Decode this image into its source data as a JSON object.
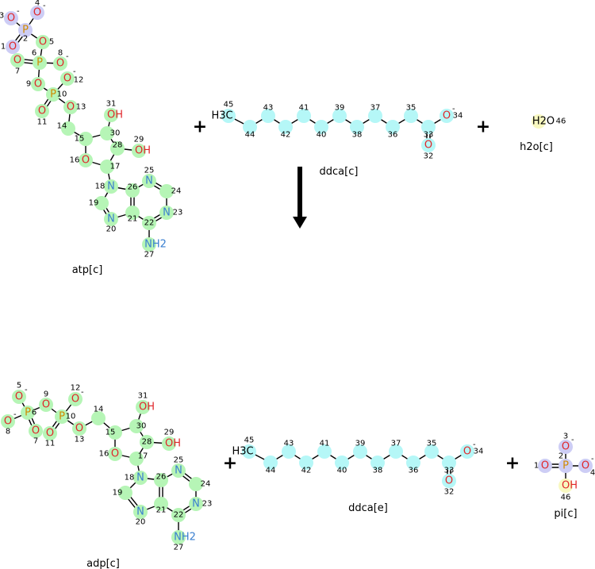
{
  "colors": {
    "O": "#e0262a",
    "N": "#3a7fd0",
    "P": "#d08a00",
    "C": "#000000",
    "hl_green": "#b6f5b6",
    "hl_blue": "#cdcdf5",
    "hl_cyan": "#b5f7f7",
    "hl_yellow": "#f8f8c0"
  },
  "operators": {
    "plus": "+"
  },
  "molecules": {
    "atp": {
      "name": "atp[c]",
      "atoms": [
        {
          "sym": "O",
          "num": "3",
          "chg": "-",
          "hl": "blue"
        },
        {
          "sym": "O",
          "num": "4",
          "chg": "-",
          "hl": "blue"
        },
        {
          "sym": "P",
          "num": "2",
          "chg": "",
          "hl": "blue"
        },
        {
          "sym": "O",
          "num": "1",
          "chg": "",
          "hl": "blue"
        },
        {
          "sym": "O",
          "num": "5",
          "chg": "",
          "hl": "green"
        },
        {
          "sym": "P",
          "num": "6",
          "chg": "",
          "hl": "green"
        },
        {
          "sym": "O",
          "num": "7",
          "chg": "",
          "hl": "green"
        },
        {
          "sym": "O",
          "num": "8",
          "chg": "-",
          "hl": "green"
        },
        {
          "sym": "O",
          "num": "12",
          "chg": "-",
          "hl": "green"
        },
        {
          "sym": "O",
          "num": "9",
          "chg": "",
          "hl": "green"
        },
        {
          "sym": "P",
          "num": "10",
          "chg": "",
          "hl": "green"
        },
        {
          "sym": "O",
          "num": "11",
          "chg": "",
          "hl": "green"
        },
        {
          "sym": "O",
          "num": "13",
          "chg": "",
          "hl": "green"
        },
        {
          "sym": "",
          "num": "14",
          "chg": "",
          "hl": "green"
        },
        {
          "sym": "",
          "num": "15",
          "chg": "",
          "hl": "green"
        },
        {
          "sym": "O",
          "num": "16",
          "chg": "",
          "hl": "green"
        },
        {
          "sym": "",
          "num": "17",
          "chg": "",
          "hl": "green"
        },
        {
          "sym": "",
          "num": "28",
          "chg": "",
          "hl": "green"
        },
        {
          "sym": "",
          "num": "30",
          "chg": "",
          "hl": "green"
        },
        {
          "sym": "OH",
          "num": "31",
          "chg": "",
          "hl": "green"
        },
        {
          "sym": "OH",
          "num": "29",
          "chg": "",
          "hl": "green"
        },
        {
          "sym": "N",
          "num": "18",
          "chg": "",
          "hl": "green"
        },
        {
          "sym": "",
          "num": "19",
          "chg": "",
          "hl": "green"
        },
        {
          "sym": "N",
          "num": "20",
          "chg": "",
          "hl": "green"
        },
        {
          "sym": "",
          "num": "21",
          "chg": "",
          "hl": "green"
        },
        {
          "sym": "",
          "num": "26",
          "chg": "",
          "hl": "green"
        },
        {
          "sym": "N",
          "num": "25",
          "chg": "",
          "hl": "green"
        },
        {
          "sym": "",
          "num": "24",
          "chg": "",
          "hl": "green"
        },
        {
          "sym": "N",
          "num": "23",
          "chg": "",
          "hl": "green"
        },
        {
          "sym": "",
          "num": "22",
          "chg": "",
          "hl": "green"
        },
        {
          "sym": "NH2",
          "num": "27",
          "chg": "",
          "hl": "green"
        }
      ]
    },
    "ddca_c": {
      "name": "ddca[c]",
      "atoms": [
        {
          "sym": "H3C",
          "num": "45",
          "chg": "",
          "hl": "cyan"
        },
        {
          "sym": "",
          "num": "44",
          "chg": "",
          "hl": "cyan"
        },
        {
          "sym": "",
          "num": "43",
          "chg": "",
          "hl": "cyan"
        },
        {
          "sym": "",
          "num": "42",
          "chg": "",
          "hl": "cyan"
        },
        {
          "sym": "",
          "num": "41",
          "chg": "",
          "hl": "cyan"
        },
        {
          "sym": "",
          "num": "40",
          "chg": "",
          "hl": "cyan"
        },
        {
          "sym": "",
          "num": "39",
          "chg": "",
          "hl": "cyan"
        },
        {
          "sym": "",
          "num": "38",
          "chg": "",
          "hl": "cyan"
        },
        {
          "sym": "",
          "num": "37",
          "chg": "",
          "hl": "cyan"
        },
        {
          "sym": "",
          "num": "36",
          "chg": "",
          "hl": "cyan"
        },
        {
          "sym": "",
          "num": "35",
          "chg": "",
          "hl": "cyan"
        },
        {
          "sym": "",
          "num": "33",
          "chg": "",
          "hl": "cyan"
        },
        {
          "sym": "O",
          "num": "34",
          "chg": "-",
          "hl": "cyan"
        },
        {
          "sym": "O",
          "num": "32",
          "chg": "",
          "hl": "cyan"
        }
      ]
    },
    "h2o": {
      "name": "h2o[c]",
      "atoms": [
        {
          "sym": "H2O",
          "num": "46",
          "chg": "",
          "hl": "yellow"
        }
      ]
    },
    "adp": {
      "name": "adp[c]",
      "atoms": [
        {
          "sym": "O",
          "num": "5",
          "chg": "-",
          "hl": "green"
        },
        {
          "sym": "P",
          "num": "6",
          "chg": "",
          "hl": "green"
        },
        {
          "sym": "O",
          "num": "8",
          "chg": "-",
          "hl": "green"
        },
        {
          "sym": "O",
          "num": "7",
          "chg": "",
          "hl": "green"
        },
        {
          "sym": "O",
          "num": "9",
          "chg": "",
          "hl": "green"
        },
        {
          "sym": "P",
          "num": "10",
          "chg": "",
          "hl": "green"
        },
        {
          "sym": "O",
          "num": "12",
          "chg": "-",
          "hl": "green"
        },
        {
          "sym": "O",
          "num": "11",
          "chg": "",
          "hl": "green"
        },
        {
          "sym": "O",
          "num": "13",
          "chg": "",
          "hl": "green"
        },
        {
          "sym": "",
          "num": "14",
          "chg": "",
          "hl": "green"
        },
        {
          "sym": "",
          "num": "15",
          "chg": "",
          "hl": "green"
        },
        {
          "sym": "O",
          "num": "16",
          "chg": "",
          "hl": "green"
        },
        {
          "sym": "",
          "num": "17",
          "chg": "",
          "hl": "green"
        },
        {
          "sym": "",
          "num": "28",
          "chg": "",
          "hl": "green"
        },
        {
          "sym": "",
          "num": "30",
          "chg": "",
          "hl": "green"
        },
        {
          "sym": "OH",
          "num": "31",
          "chg": "",
          "hl": "green"
        },
        {
          "sym": "OH",
          "num": "29",
          "chg": "",
          "hl": "green"
        },
        {
          "sym": "N",
          "num": "18",
          "chg": "",
          "hl": "green"
        },
        {
          "sym": "",
          "num": "19",
          "chg": "",
          "hl": "green"
        },
        {
          "sym": "N",
          "num": "20",
          "chg": "",
          "hl": "green"
        },
        {
          "sym": "",
          "num": "21",
          "chg": "",
          "hl": "green"
        },
        {
          "sym": "",
          "num": "26",
          "chg": "",
          "hl": "green"
        },
        {
          "sym": "N",
          "num": "25",
          "chg": "",
          "hl": "green"
        },
        {
          "sym": "",
          "num": "24",
          "chg": "",
          "hl": "green"
        },
        {
          "sym": "N",
          "num": "23",
          "chg": "",
          "hl": "green"
        },
        {
          "sym": "",
          "num": "22",
          "chg": "",
          "hl": "green"
        },
        {
          "sym": "NH2",
          "num": "27",
          "chg": "",
          "hl": "green"
        }
      ]
    },
    "ddca_e": {
      "name": "ddca[e]",
      "atoms": [
        {
          "sym": "H3C",
          "num": "45",
          "chg": "",
          "hl": "cyan"
        },
        {
          "sym": "",
          "num": "44",
          "chg": "",
          "hl": "cyan"
        },
        {
          "sym": "",
          "num": "43",
          "chg": "",
          "hl": "cyan"
        },
        {
          "sym": "",
          "num": "42",
          "chg": "",
          "hl": "cyan"
        },
        {
          "sym": "",
          "num": "41",
          "chg": "",
          "hl": "cyan"
        },
        {
          "sym": "",
          "num": "40",
          "chg": "",
          "hl": "cyan"
        },
        {
          "sym": "",
          "num": "39",
          "chg": "",
          "hl": "cyan"
        },
        {
          "sym": "",
          "num": "38",
          "chg": "",
          "hl": "cyan"
        },
        {
          "sym": "",
          "num": "37",
          "chg": "",
          "hl": "cyan"
        },
        {
          "sym": "",
          "num": "36",
          "chg": "",
          "hl": "cyan"
        },
        {
          "sym": "",
          "num": "35",
          "chg": "",
          "hl": "cyan"
        },
        {
          "sym": "",
          "num": "33",
          "chg": "",
          "hl": "cyan"
        },
        {
          "sym": "O",
          "num": "34",
          "chg": "-",
          "hl": "cyan"
        },
        {
          "sym": "O",
          "num": "32",
          "chg": "",
          "hl": "cyan"
        }
      ]
    },
    "pi": {
      "name": "pi[c]",
      "atoms": [
        {
          "sym": "O",
          "num": "3",
          "chg": "-",
          "hl": "blue"
        },
        {
          "sym": "P",
          "num": "2",
          "chg": "",
          "hl": "blue"
        },
        {
          "sym": "O",
          "num": "1",
          "chg": "",
          "hl": "blue"
        },
        {
          "sym": "O",
          "num": "4",
          "chg": "-",
          "hl": "blue"
        },
        {
          "sym": "OH",
          "num": "46",
          "chg": "",
          "hl": "yellow"
        }
      ]
    }
  }
}
